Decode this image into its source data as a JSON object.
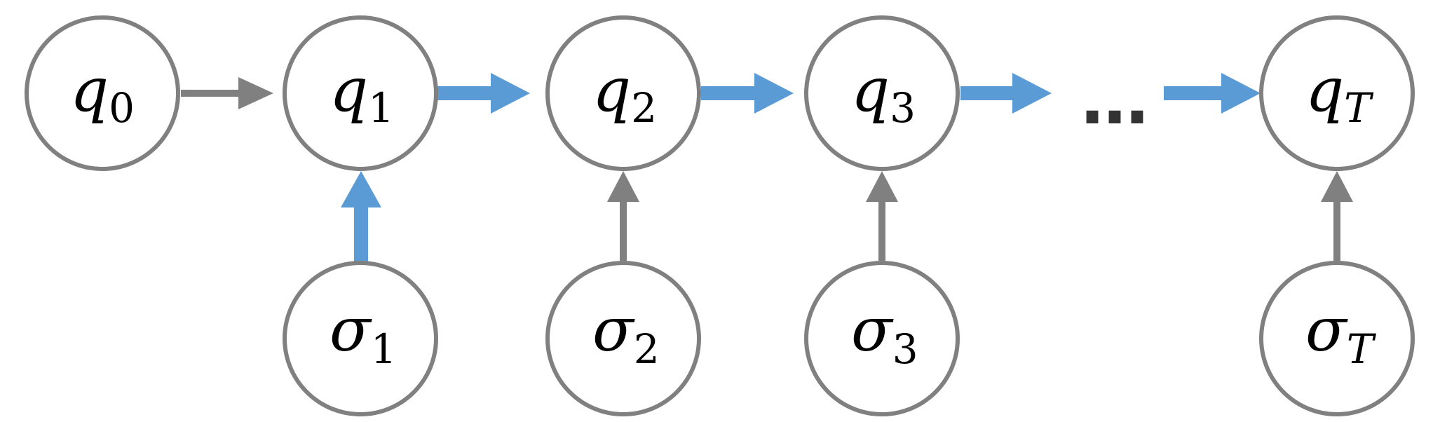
{
  "diagram": {
    "colors": {
      "node_stroke": "#808080",
      "gray_edge": "#808080",
      "blue_edge": "#5b9bd5",
      "text": "#000000",
      "ellipsis": "#333333"
    },
    "nodes": {
      "q0": {
        "sym": "q",
        "sub": "0"
      },
      "q1": {
        "sym": "q",
        "sub": "1"
      },
      "q2": {
        "sym": "q",
        "sub": "2"
      },
      "q3": {
        "sym": "q",
        "sub": "3"
      },
      "qT": {
        "sym": "q",
        "sub": "T"
      },
      "s1": {
        "sym": "σ",
        "sub": "1"
      },
      "s2": {
        "sym": "σ",
        "sub": "2"
      },
      "s3": {
        "sym": "σ",
        "sub": "3"
      },
      "sT": {
        "sym": "σ",
        "sub": "T"
      }
    },
    "ellipsis": "…",
    "edges": [
      {
        "from": "q0",
        "to": "q1",
        "color": "gray"
      },
      {
        "from": "q1",
        "to": "q2",
        "color": "blue"
      },
      {
        "from": "q2",
        "to": "q3",
        "color": "blue"
      },
      {
        "from": "q3",
        "to": "ellipsis",
        "color": "blue"
      },
      {
        "from": "ellipsis",
        "to": "qT",
        "color": "blue"
      },
      {
        "from": "s1",
        "to": "q1",
        "color": "blue"
      },
      {
        "from": "s2",
        "to": "q2",
        "color": "gray"
      },
      {
        "from": "s3",
        "to": "q3",
        "color": "gray"
      },
      {
        "from": "sT",
        "to": "qT",
        "color": "gray"
      }
    ]
  }
}
